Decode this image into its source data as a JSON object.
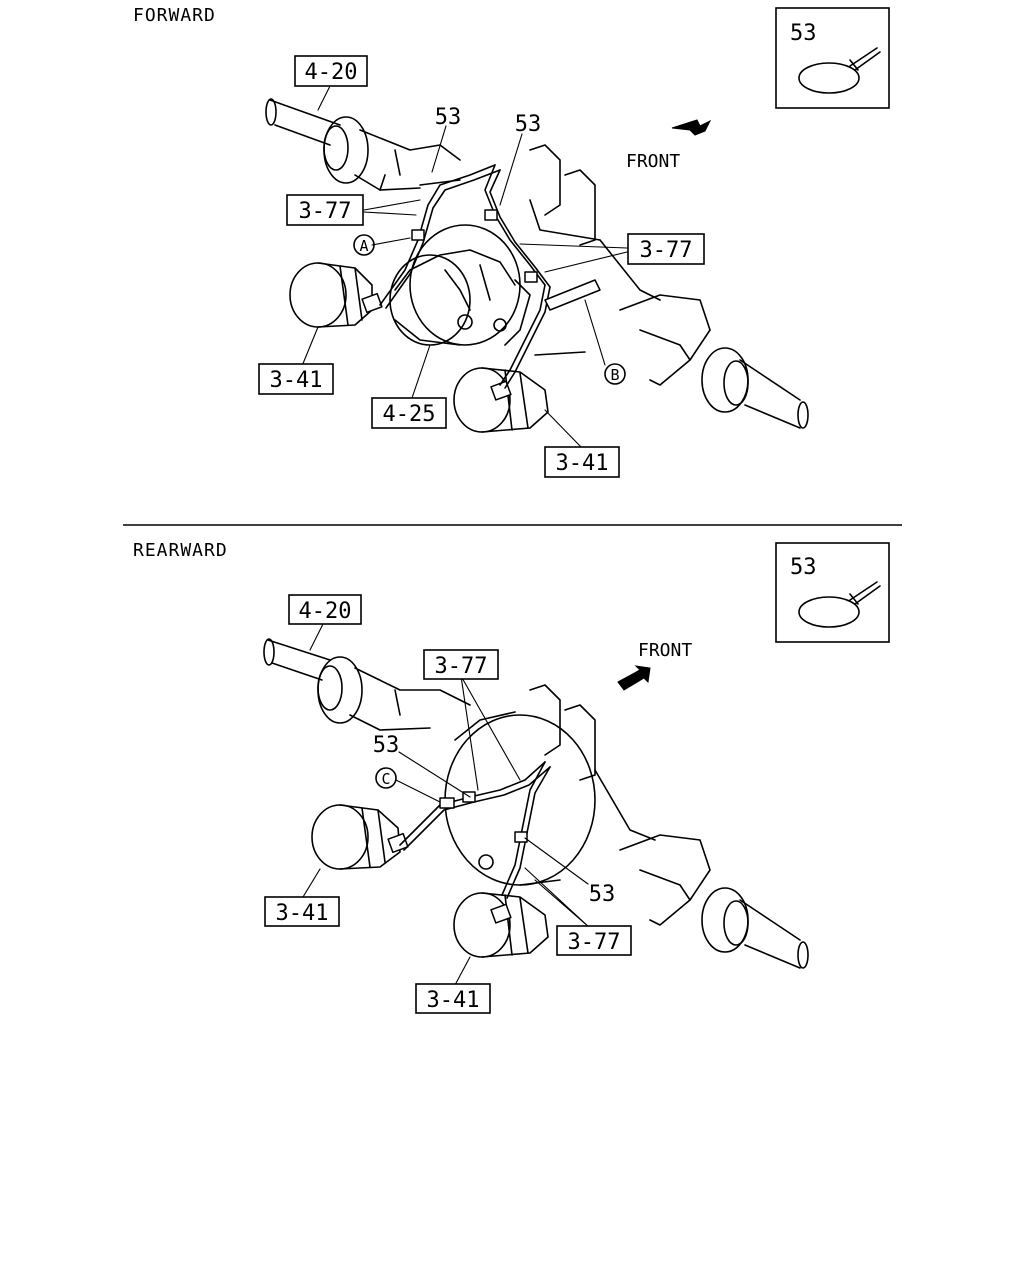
{
  "sections": {
    "forward": "FORWARD",
    "rearward": "REARWARD"
  },
  "front_label": "FRONT",
  "detail_part": "53",
  "callouts": {
    "a": "A",
    "b": "B",
    "c": "C"
  },
  "forward_parts": {
    "axle_shaft": "4-20",
    "pipe_upper": "3-77",
    "pipe_right": "3-77",
    "clip_left": "53",
    "clip_right": "53",
    "chamber_left": "3-41",
    "chamber_right": "3-41",
    "differential": "4-25"
  },
  "rearward_parts": {
    "axle_shaft": "4-20",
    "pipe_upper": "3-77",
    "pipe_lower": "3-77",
    "clip_left": "53",
    "clip_right": "53",
    "chamber_left": "3-41",
    "chamber_right": "3-41"
  }
}
